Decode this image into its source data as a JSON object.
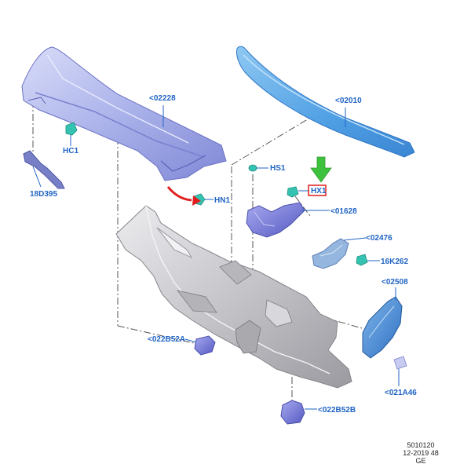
{
  "diagram": {
    "callouts": {
      "c02228": "<02228",
      "c02010": "<02010",
      "hc1": "HC1",
      "c18d395": "18D395",
      "hn1": "HN1",
      "hs1": "HS1",
      "hx1": "HX1",
      "c01628": "<01628",
      "c02476": "<02476",
      "c16k262": "16K262",
      "c02508": "<02508",
      "c022b52a": "<022B52A",
      "c021a46": "<021A46",
      "c022b52b": "<022B52B"
    },
    "footer": {
      "line1": "5010120",
      "line2": "12-2019 48",
      "line3": "GE"
    },
    "colors": {
      "callout_text": "#1f64c4",
      "highlight_box": "#e11d1d",
      "arrow_green": "#3ec23e",
      "arrow_red": "#e11d1d",
      "cowl_blue": "#5aa7e6",
      "cowl_panel_lavender": "#aab2ea",
      "dash_panel_gray": "#c9c9cd",
      "bracket_purple": "#7d80d8",
      "clip_teal": "#34c3b0"
    }
  }
}
